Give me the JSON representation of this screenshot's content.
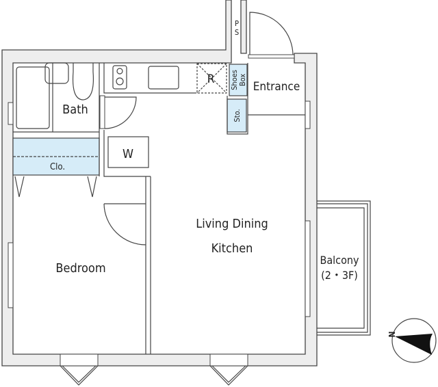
{
  "plan": {
    "rooms": {
      "bath": "Bath",
      "closet": "Clo.",
      "washer": "W",
      "refrigerator": "R",
      "shoes_box_line1": "Shoes",
      "shoes_box_line2": "Box",
      "storage": "Sto.",
      "entrance": "Entrance",
      "pipe_space_line1": "P",
      "pipe_space_line2": "S",
      "ldk_line1": "Living Dining",
      "ldk_line2": "Kitchen",
      "bedroom": "Bedroom",
      "balcony_line1": "Balcony",
      "balcony_line2": "(2・3F)"
    },
    "compass": {
      "label": "N"
    },
    "colors": {
      "wall": "#eeeeee",
      "storage": "#d6ecf8",
      "line": "#444444"
    }
  }
}
